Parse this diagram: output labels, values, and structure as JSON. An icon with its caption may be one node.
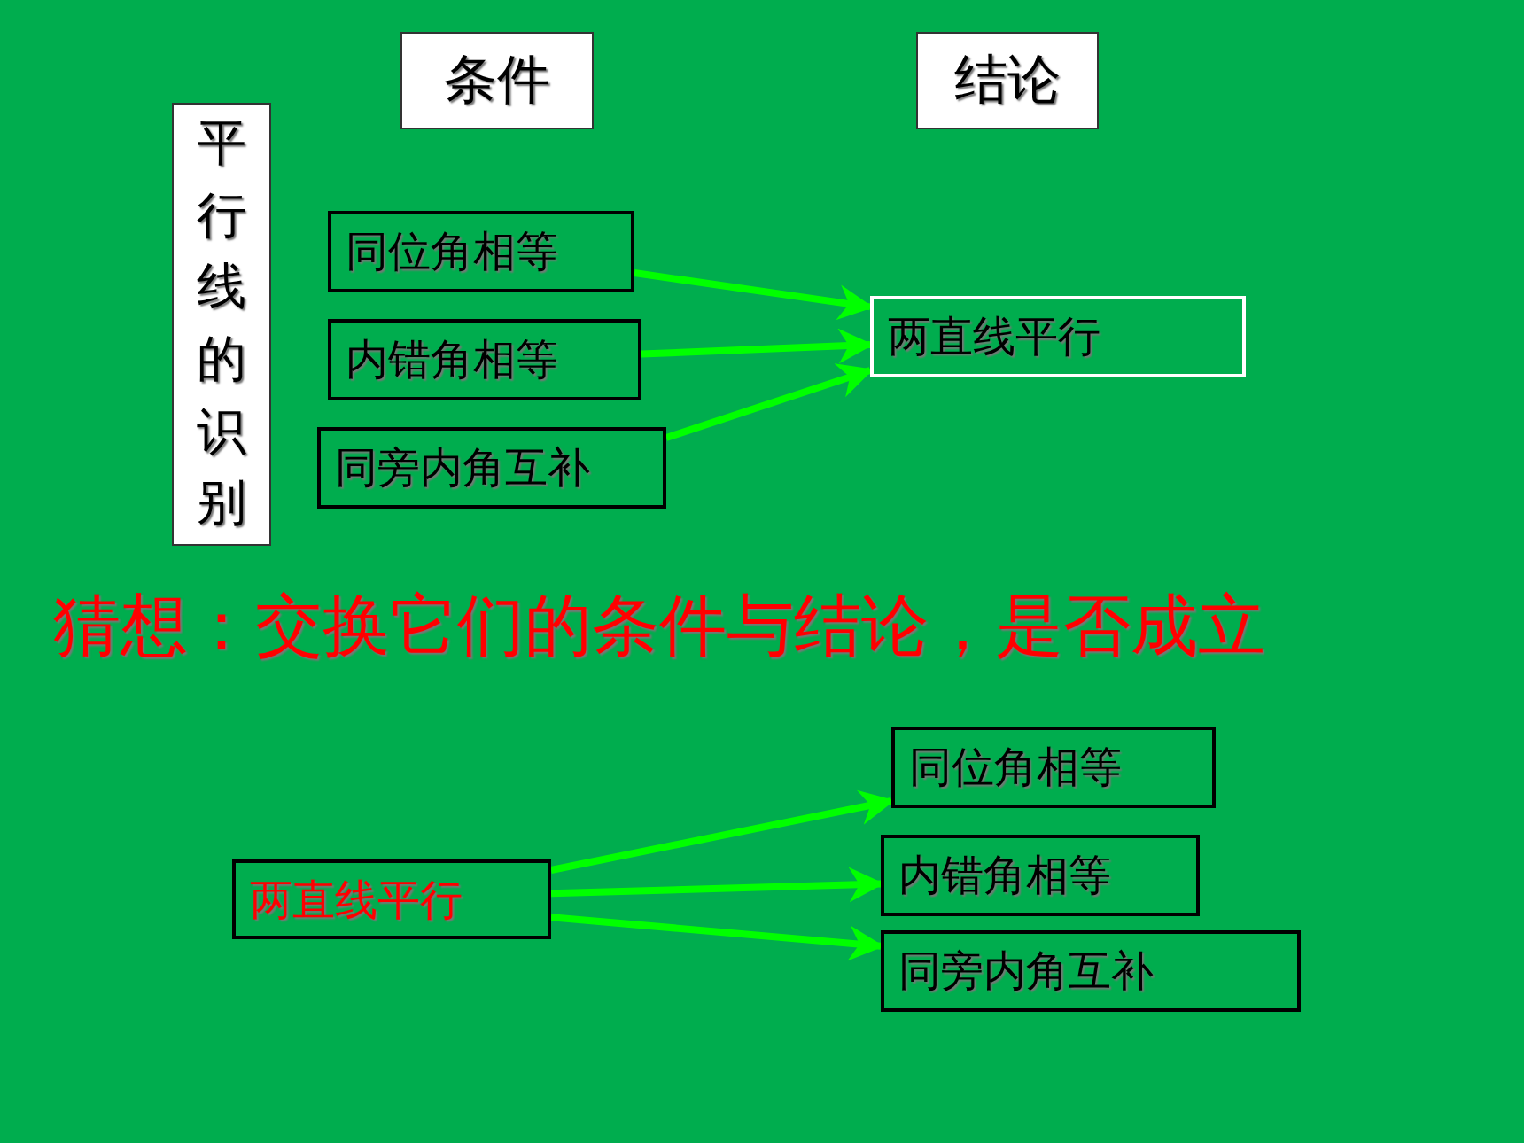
{
  "diagram": {
    "nodes": [
      {
        "text": [
          "条件"
        ]
      },
      {
        "text": [
          "结论"
        ]
      },
      {
        "text": [
          "平行线的识别"
        ]
      },
      {
        "text": [
          "同位角相等"
        ]
      },
      {
        "text": [
          "内错角相等"
        ]
      },
      {
        "text": [
          "同旁内角互补"
        ]
      },
      {
        "text": [
          "两直线平行"
        ]
      },
      {
        "text": [
          "两直线平行"
        ]
      },
      {
        "text": [
          "同位角相等"
        ]
      },
      {
        "text": [
          "内错角相等"
        ]
      },
      {
        "text": [
          "同旁内角互补"
        ]
      }
    ],
    "edges": [
      {
        "from": 3,
        "to": 6,
        "arrow": "to"
      },
      {
        "from": 4,
        "to": 6,
        "arrow": "to"
      },
      {
        "from": 5,
        "to": 6,
        "arrow": "to"
      },
      {
        "from": 7,
        "to": 8,
        "arrow": "to"
      },
      {
        "from": 7,
        "to": 9,
        "arrow": "to"
      },
      {
        "from": 7,
        "to": 10,
        "arrow": "to"
      }
    ],
    "labels": [
      "猜想：交换它们的条件与结论，是否成立"
    ]
  }
}
